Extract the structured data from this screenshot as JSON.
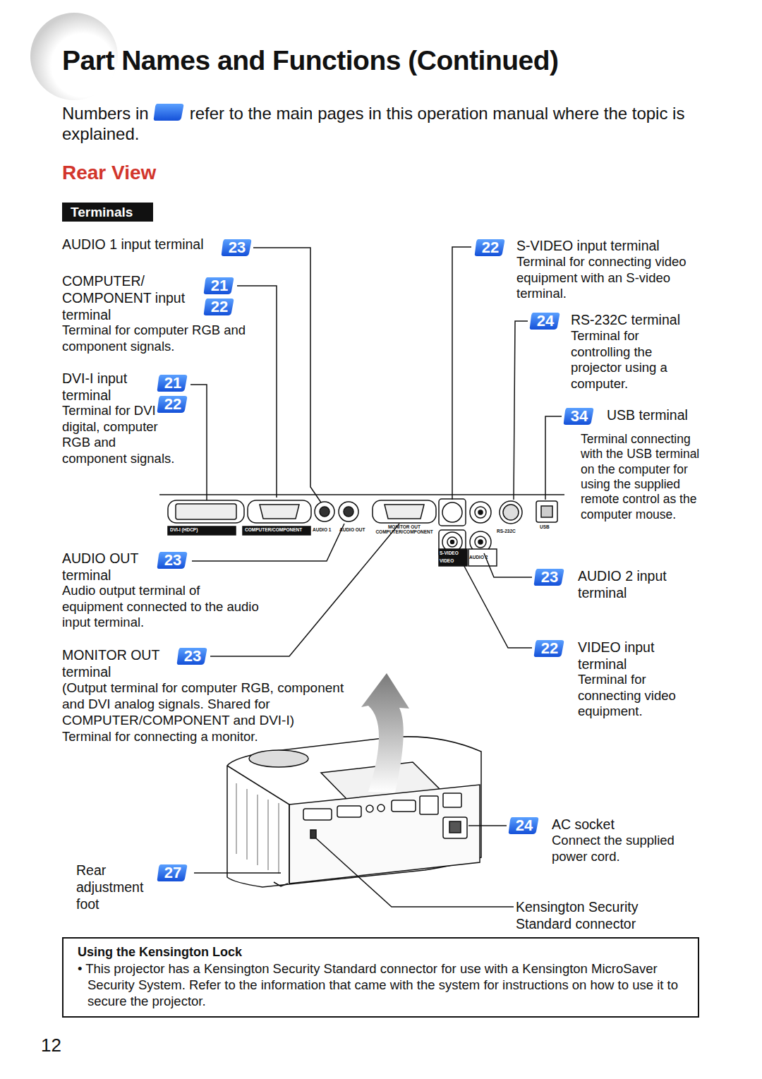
{
  "diagram": {
    "title": "Part Names and Functions (Continued)",
    "nodes": [
      {
        "text": [
          "Terminals"
        ]
      },
      {
        "text": [
          "23"
        ]
      },
      {
        "text": [
          "21"
        ]
      },
      {
        "text": [
          "22"
        ]
      },
      {
        "text": [
          "21"
        ]
      },
      {
        "text": [
          "22"
        ]
      },
      {
        "text": [
          "23"
        ]
      },
      {
        "text": [
          "23"
        ]
      },
      {
        "text": [
          "27"
        ]
      },
      {
        "text": [
          "22"
        ]
      },
      {
        "text": [
          "24"
        ]
      },
      {
        "text": [
          "34"
        ]
      },
      {
        "text": [
          "23"
        ]
      },
      {
        "text": [
          "22"
        ]
      },
      {
        "text": [
          "24"
        ]
      },
      {
        "text": [
          "Using the Kensington Lock",
          "• This projector has a Kensington Security Standard connector for use with a Kensington MicroSaver Security System. Refer to the information that came with the system for instructions on how to use it to secure the projector."
        ]
      }
    ],
    "labels": [
      "Numbers in",
      "refer to the main pages in this operation manual where the topic is explained.",
      "Rear View",
      "AUDIO 1 input terminal",
      "COMPUTER/ COMPONENT input terminal",
      "Terminal for computer RGB and component signals.",
      "DVI-I input terminal",
      "Terminal for DVI digital, computer RGB and component signals.",
      "AUDIO OUT terminal",
      "Audio output terminal of equipment connected to the audio input terminal.",
      "MONITOR OUT terminal",
      "(Output terminal for computer RGB, component and DVI analog signals. Shared for COMPUTER/COMPONENT and DVI-I)",
      "Terminal for connecting a monitor.",
      "Rear adjustment foot",
      "S-VIDEO input terminal",
      "Terminal for connecting video equipment with an S-video terminal.",
      "RS-232C terminal",
      "Terminal for controlling the projector using a computer.",
      "USB terminal",
      "Terminal connecting with the USB terminal on the computer for using the supplied remote control as the computer mouse.",
      "AUDIO 2 input terminal",
      "VIDEO input terminal",
      "Terminal for connecting video equipment.",
      "AC socket",
      "Connect the supplied power cord.",
      "Kensington Security Standard connector",
      "DVI-I (HDCP)",
      "COMPUTER/COMPONENT",
      "AUDIO 1",
      "AUDIO OUT",
      "MONITOR OUT COMPUTER/COMPONENT",
      "RS-232C",
      "USB",
      "S-VIDEO",
      "VIDEO",
      "AUDIO 2",
      "12"
    ]
  }
}
